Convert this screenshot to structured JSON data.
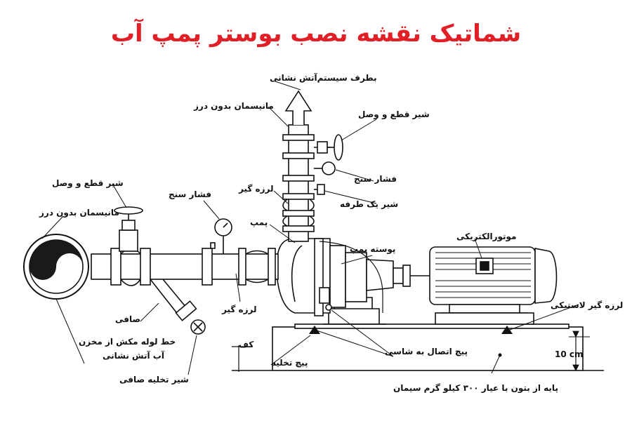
{
  "title": "شماتیک نقشه نصب بوستر پمپ آب",
  "labels": {
    "to_fire_system": "بطرف سیستم‌آتش نشانی",
    "seamless_nipple_top": "مانیسمان بدون درز",
    "shutoff_valve_right": "شیر قطع و وصل",
    "pressure_gauge_right": "فشار سنج",
    "vibration_absorber_top": "لرزه گیر",
    "check_valve": "شیر یک طرفه",
    "pump": "پمپ",
    "pump_casing": "پوسته پمپ",
    "electric_motor": "موتورالکتریکی",
    "shutoff_valve_left": "شیر قطع و وصل",
    "seamless_nipple_left": "مانیسمان بدون درز",
    "pressure_gauge_left": "فشار سنج",
    "strainer": "صافی",
    "vibration_absorber_suction": "لرزه گیر",
    "suction_line_1": "خط لوله مکش از مخزن",
    "suction_line_2": "آب آتش نشانی",
    "strainer_drain_valve": "شیر تخلیه صافی",
    "floor": "کف",
    "drain_screw": "پیچ تخلیه",
    "chassis_bolt": "پیچ اتصال به شاسی",
    "rubber_absorber": "لرزه گیر لاستیکی",
    "height": "10 cm",
    "concrete_base": "پایه از بتون با عیار ۳۰۰ کیلو گرم سیمان"
  },
  "colors": {
    "title": "#e01f26",
    "line": "#111111",
    "tank_dark": "#1a1a1a"
  }
}
